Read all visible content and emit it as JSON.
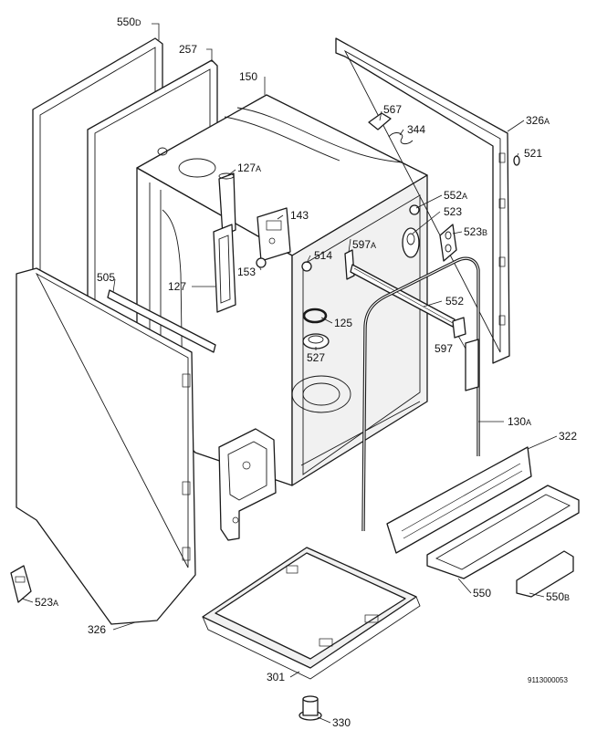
{
  "callouts": [
    {
      "id": "550d",
      "num": "550",
      "suffix": "D"
    },
    {
      "id": "257",
      "num": "257",
      "suffix": ""
    },
    {
      "id": "150",
      "num": "150",
      "suffix": ""
    },
    {
      "id": "567",
      "num": "567",
      "suffix": ""
    },
    {
      "id": "344",
      "num": "344",
      "suffix": ""
    },
    {
      "id": "326a",
      "num": "326",
      "suffix": "A"
    },
    {
      "id": "521",
      "num": "521",
      "suffix": ""
    },
    {
      "id": "127a",
      "num": "127",
      "suffix": "A"
    },
    {
      "id": "552a",
      "num": "552",
      "suffix": "A"
    },
    {
      "id": "143",
      "num": "143",
      "suffix": ""
    },
    {
      "id": "523",
      "num": "523",
      "suffix": ""
    },
    {
      "id": "523b",
      "num": "523",
      "suffix": "B"
    },
    {
      "id": "597a",
      "num": "597",
      "suffix": "A"
    },
    {
      "id": "514",
      "num": "514",
      "suffix": ""
    },
    {
      "id": "505",
      "num": "505",
      "suffix": ""
    },
    {
      "id": "153",
      "num": "153",
      "suffix": ""
    },
    {
      "id": "127",
      "num": "127",
      "suffix": ""
    },
    {
      "id": "552",
      "num": "552",
      "suffix": ""
    },
    {
      "id": "125",
      "num": "125",
      "suffix": ""
    },
    {
      "id": "597",
      "num": "597",
      "suffix": ""
    },
    {
      "id": "527",
      "num": "527",
      "suffix": ""
    },
    {
      "id": "130a",
      "num": "130",
      "suffix": "A"
    },
    {
      "id": "322",
      "num": "322",
      "suffix": ""
    },
    {
      "id": "523a",
      "num": "523",
      "suffix": "A"
    },
    {
      "id": "550",
      "num": "550",
      "suffix": ""
    },
    {
      "id": "550b",
      "num": "550",
      "suffix": "B"
    },
    {
      "id": "326",
      "num": "326",
      "suffix": ""
    },
    {
      "id": "301",
      "num": "301",
      "suffix": ""
    },
    {
      "id": "330",
      "num": "330",
      "suffix": ""
    }
  ],
  "drawing_code": "9113000053"
}
